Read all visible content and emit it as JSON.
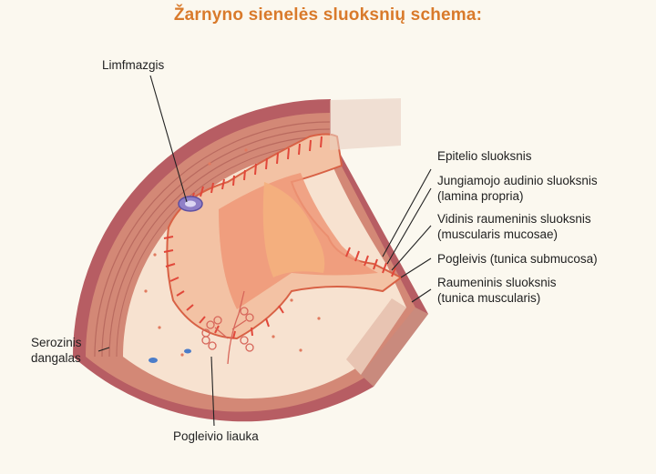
{
  "title": "Žarnyno sienelės sluoksnių schema:",
  "labels": {
    "limfmazgis": "Limfmazgis",
    "epitelio": "Epitelio sluoksnis",
    "jungiamojo_1": "Jungiamojo audinio sluoksnis",
    "jungiamojo_2": "(lamina propria)",
    "vidinis_1": "Vidinis raumeninis sluoksnis",
    "vidinis_2": "(muscularis mucosae)",
    "pogleivis": "Pogleivis (tunica submucosa)",
    "raumeninis_1": "Raumeninis sluoksnis",
    "raumeninis_2": "(tunica muscularis)",
    "serozinis_1": "Serozinis",
    "serozinis_2": "dangalas",
    "liauka": "Pogleivio liauka"
  },
  "colors": {
    "title": "#d97a2b",
    "serosa": "#a8505a",
    "muscle_band": "#c97a6a",
    "submucosa": "#f6e3d2",
    "mucosa": "#f1a27a",
    "villi": "#e2483a",
    "pointer": "#222222"
  }
}
